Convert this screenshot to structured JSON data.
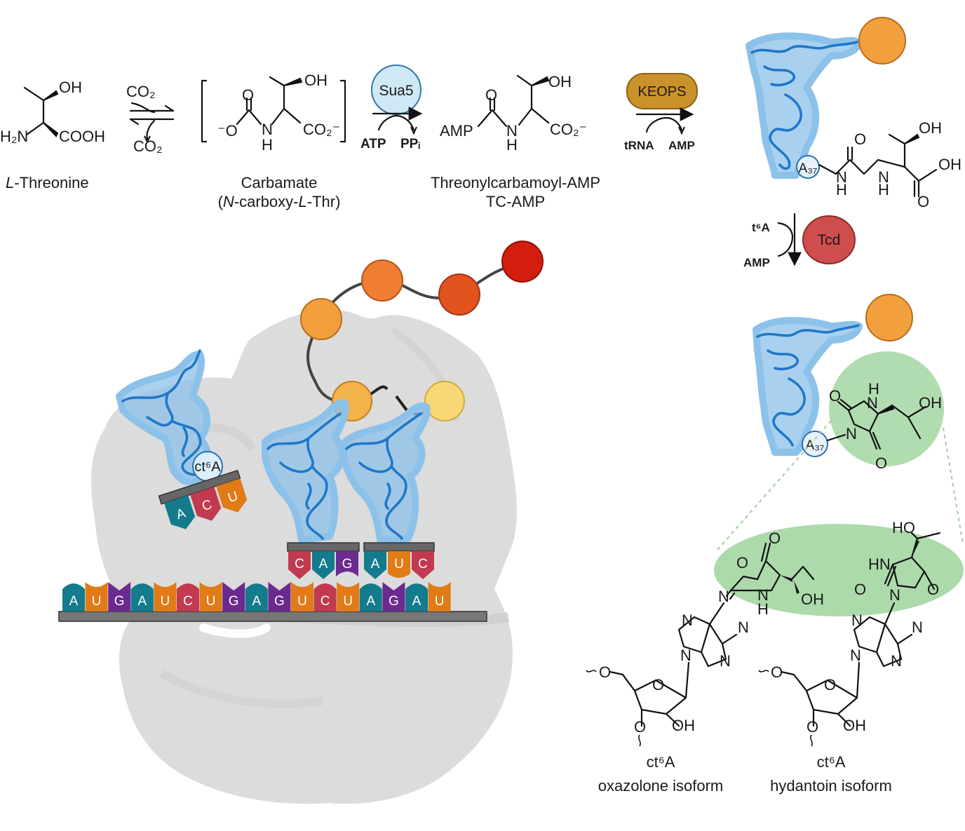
{
  "colors": {
    "A": "#137b8c",
    "U": "#e07b18",
    "G": "#6b2a8e",
    "C": "#c23a4f",
    "trna": "#1f78c8",
    "trna_glow": "#8cc2ea",
    "ribosome": "#dcdcdc",
    "sua5": "#cfe8f5",
    "keops": "#c9922a",
    "tcd": "#cf4d4d",
    "green": "#a8d8a6"
  },
  "pathway": {
    "threonine": {
      "oh": "OH",
      "amine": "H₂N",
      "acid": "COOH",
      "name_italic": "L",
      "name_rest": "-Threonine"
    },
    "step1": {
      "top": "CO₂",
      "bottom": "CO₂"
    },
    "carbamate": {
      "o_top": "O",
      "o_minus": "⁻O",
      "nh_n": "N",
      "nh_h": "H",
      "co2": "CO₂⁻",
      "oh": "OH",
      "name": "Carbamate",
      "sub_open": "(",
      "sub_n": "N",
      "sub_mid": "-carboxy-",
      "sub_l": "L",
      "sub_end": "-Thr)"
    },
    "sua5": {
      "label": "Sua5",
      "atp": "ATP",
      "ppi": "PPᵢ"
    },
    "tcamp": {
      "o_top": "O",
      "amp": "AMP",
      "nh_n": "N",
      "nh_h": "H",
      "co2": "CO₂⁻",
      "oh": "OH",
      "name1": "Threonylcarbamoyl-AMP",
      "name2": "TC-AMP"
    },
    "keops": {
      "label": "KEOPS",
      "trna": "tRNA",
      "amp": "AMP"
    },
    "t6a": {
      "a37": "A₃₇",
      "o": "O",
      "oh": "OH",
      "oh2": "OH",
      "n1": "N",
      "h1": "H",
      "n2": "N",
      "h2": "H",
      "o2": "O"
    },
    "tcd": {
      "label": "Tcd",
      "in": "t⁶A",
      "out": "AMP"
    },
    "ct6a_small": {
      "a37": "A₃₇",
      "nh": "N",
      "h": "H",
      "o1": "O",
      "n": "N",
      "o2": "O",
      "oh": "OH"
    }
  },
  "ribosome": {
    "ct6a_label": "ct⁶A",
    "anticodon_left": [
      "A",
      "C",
      "U"
    ],
    "anticodon_mid": [
      "C",
      "A",
      "G"
    ],
    "anticodon_right": [
      "A",
      "U",
      "C"
    ],
    "mrna": [
      "A",
      "U",
      "G",
      "A",
      "U",
      "C",
      "U",
      "G",
      "A",
      "G",
      "U",
      "C",
      "U",
      "A",
      "G",
      "A",
      "U"
    ]
  },
  "structures": {
    "oxazolone": {
      "o_ring": "O",
      "o_carbonyl": "O",
      "n_exo": "N",
      "nh_n": "N",
      "nh_h": "H",
      "oh": "OH",
      "purine": [
        "N",
        "N",
        "N",
        "N"
      ],
      "o5": "O",
      "o_ring_sugar": "O",
      "o3": "O",
      "oh2": "OH",
      "name": "ct⁶A",
      "isoform": "oxazolone isoform"
    },
    "hydantoin": {
      "ho": "HO",
      "hn": "HN",
      "o1": "O",
      "o2": "O",
      "n": "N",
      "purine": [
        "N",
        "N",
        "N",
        "N"
      ],
      "o5": "O",
      "o_ring_sugar": "O",
      "o3": "O",
      "oh2": "OH",
      "name": "ct⁶A",
      "isoform": "hydantoin isoform"
    }
  }
}
